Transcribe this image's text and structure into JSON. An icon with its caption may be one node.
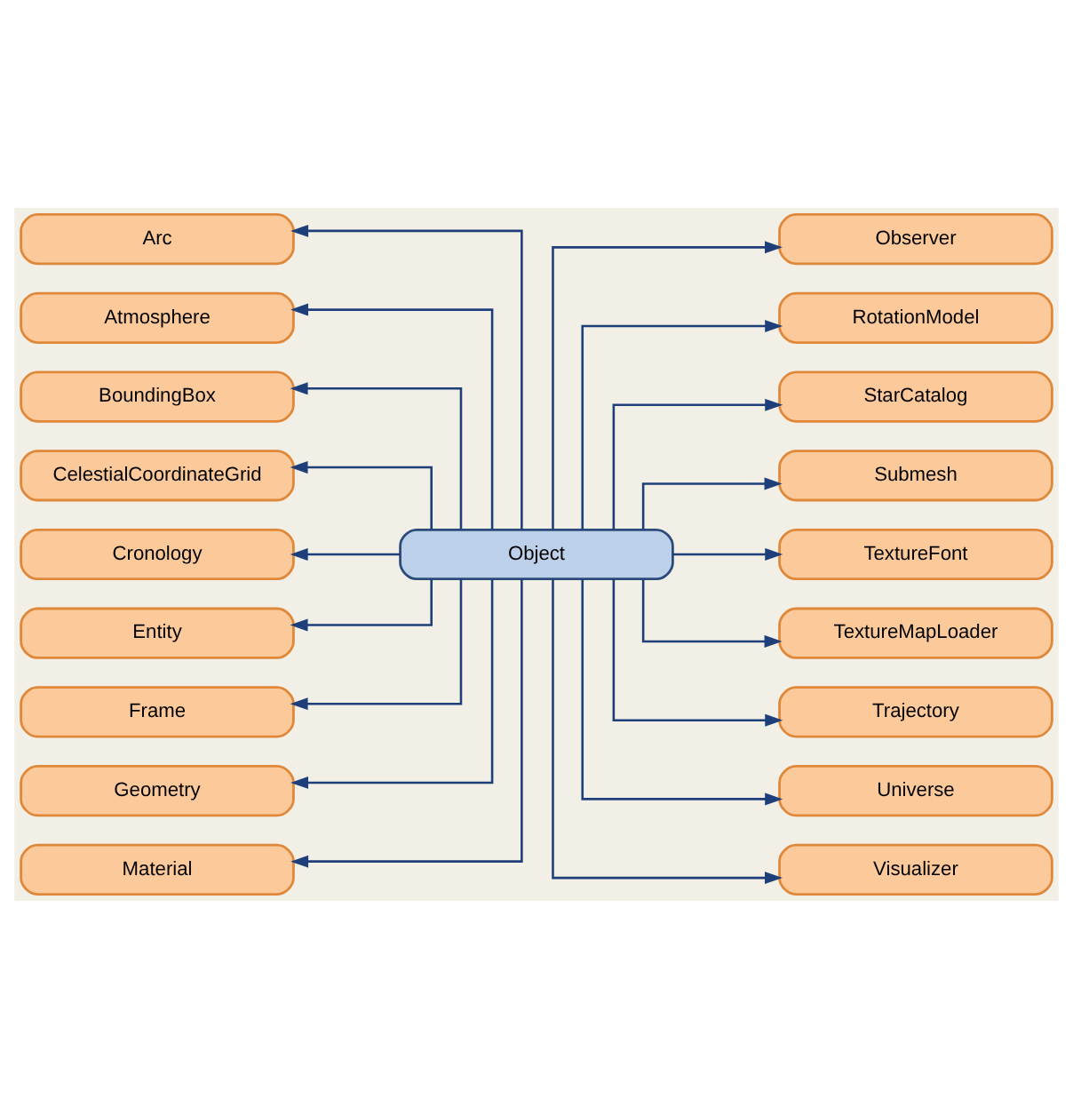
{
  "diagram": {
    "nodes": [
      {
        "text": [
          "Object"
        ]
      },
      {
        "text": [
          "Arc"
        ]
      },
      {
        "text": [
          "Observer"
        ]
      },
      {
        "text": [
          "Atmosphere"
        ]
      },
      {
        "text": [
          "RotationModel"
        ]
      },
      {
        "text": [
          "BoundingBox"
        ]
      },
      {
        "text": [
          "StarCatalog"
        ]
      },
      {
        "text": [
          "CelestialCoordinateGrid"
        ]
      },
      {
        "text": [
          "Submesh"
        ]
      },
      {
        "text": [
          "Cronology"
        ]
      },
      {
        "text": [
          "TextureFont"
        ]
      },
      {
        "text": [
          "Entity"
        ]
      },
      {
        "text": [
          "TextureMapLoader"
        ]
      },
      {
        "text": [
          "Frame"
        ]
      },
      {
        "text": [
          "Trajectory"
        ]
      },
      {
        "text": [
          "Geometry"
        ]
      },
      {
        "text": [
          "Universe"
        ]
      },
      {
        "text": [
          "Material"
        ]
      },
      {
        "text": [
          "Visualizer"
        ]
      }
    ],
    "edges": [
      {
        "from": 0,
        "to": 1,
        "arrow": "to"
      },
      {
        "from": 0,
        "to": 2,
        "arrow": "to"
      },
      {
        "from": 0,
        "to": 3,
        "arrow": "to"
      },
      {
        "from": 0,
        "to": 4,
        "arrow": "to"
      },
      {
        "from": 0,
        "to": 5,
        "arrow": "to"
      },
      {
        "from": 0,
        "to": 6,
        "arrow": "to"
      },
      {
        "from": 0,
        "to": 7,
        "arrow": "to"
      },
      {
        "from": 0,
        "to": 8,
        "arrow": "to"
      },
      {
        "from": 0,
        "to": 9,
        "arrow": "to"
      },
      {
        "from": 0,
        "to": 10,
        "arrow": "to"
      },
      {
        "from": 0,
        "to": 11,
        "arrow": "to"
      },
      {
        "from": 0,
        "to": 12,
        "arrow": "to"
      },
      {
        "from": 0,
        "to": 13,
        "arrow": "to"
      },
      {
        "from": 0,
        "to": 14,
        "arrow": "to"
      },
      {
        "from": 0,
        "to": 15,
        "arrow": "to"
      },
      {
        "from": 0,
        "to": 16,
        "arrow": "to"
      },
      {
        "from": 0,
        "to": 17,
        "arrow": "to"
      },
      {
        "from": 0,
        "to": 18,
        "arrow": "to"
      }
    ]
  }
}
